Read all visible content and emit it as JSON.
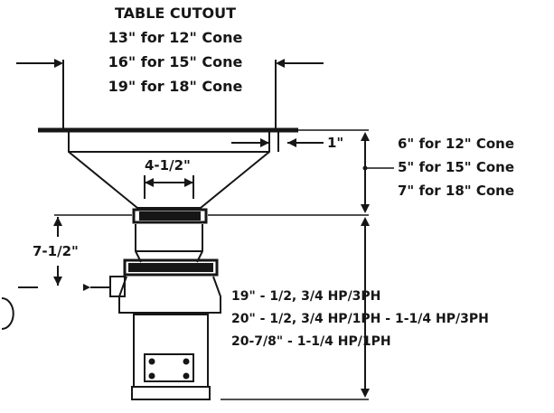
{
  "cutout": {
    "title": "TABLE CUTOUT",
    "lines": [
      "13\" for 12\" Cone",
      "16\" for 15\" Cone",
      "19\" for 18\" Cone"
    ]
  },
  "dims": {
    "flange": "1\"",
    "throat": "4-1/2\"",
    "mount": "7-1/2\"",
    "cone_depth": [
      "6\" for 12\" Cone",
      "5\" for 15\" Cone",
      "7\" for 18\" Cone"
    ],
    "overall": [
      "19\" - 1/2, 3/4 HP/3PH",
      "20\" - 1/2, 3/4 HP/1PH - 1-1/4 HP/3PH",
      "20-7/8\" - 1-1/4 HP/1PH"
    ]
  },
  "colors": {
    "ink": "#161616",
    "paper": "#ffffff"
  }
}
